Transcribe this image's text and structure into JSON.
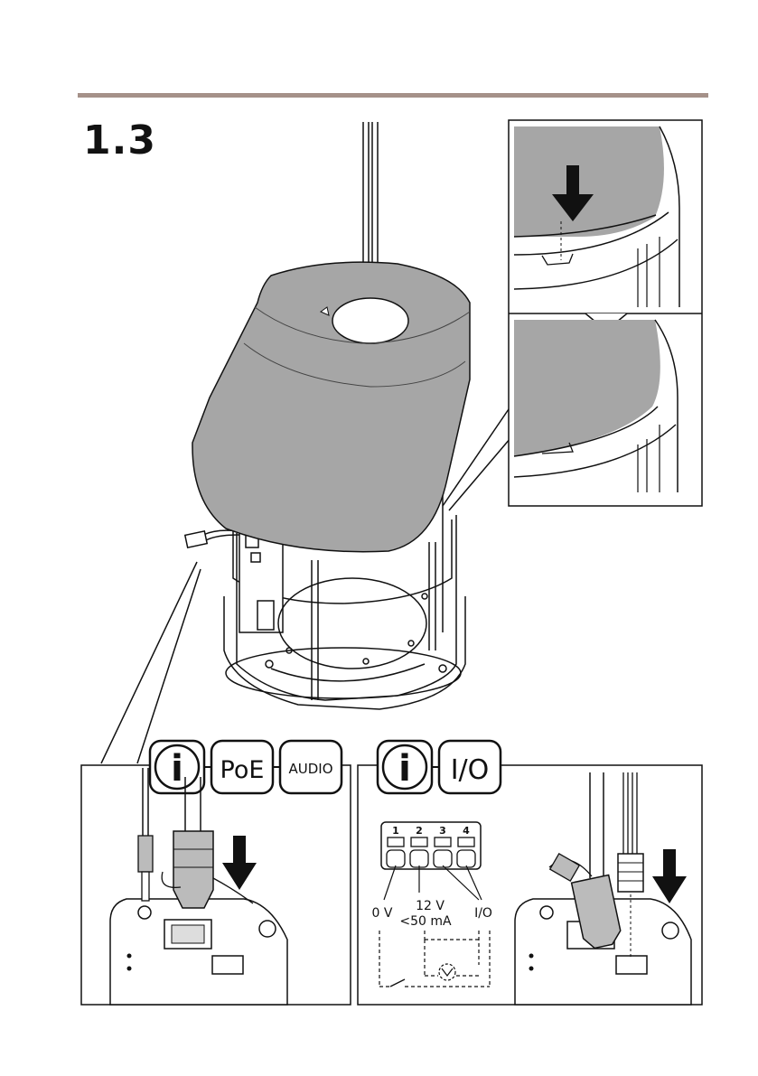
{
  "step": {
    "number": "1.3"
  },
  "colors": {
    "rule": "#a59189",
    "cover": "#a6a6a6",
    "ink": "#111111"
  },
  "badges_left": {
    "info": "i",
    "poe": "PoE",
    "audio": "AUDIO"
  },
  "badges_right": {
    "info": "i",
    "io": "I/O"
  },
  "terminal": {
    "pins": [
      "1",
      "2",
      "3",
      "4"
    ],
    "label_0v": "0 V",
    "label_12v": "12 V",
    "label_current": "<50 mA",
    "label_io": "I/O"
  }
}
